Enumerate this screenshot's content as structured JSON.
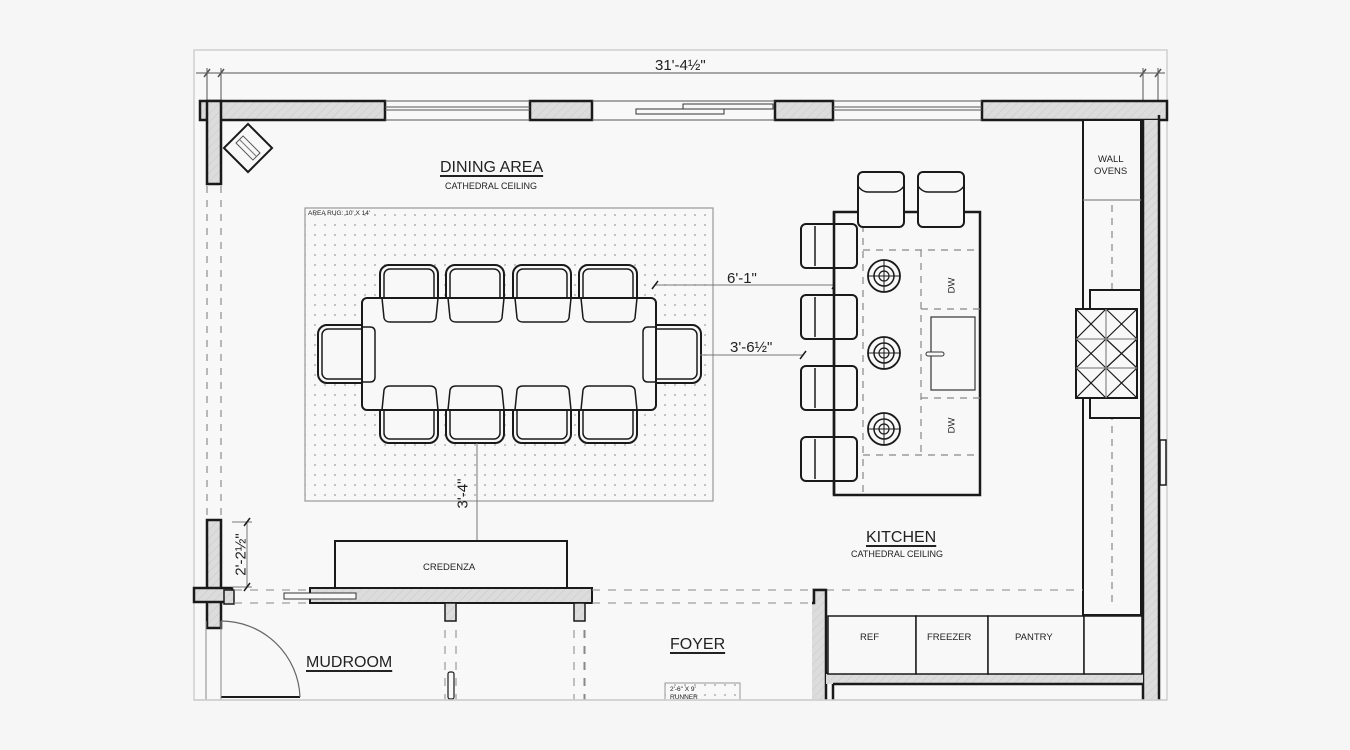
{
  "drawing": {
    "overall_dimension": "31'-4½\"",
    "rooms": {
      "dining": {
        "name": "DINING AREA",
        "ceiling": "CATHEDRAL CEILING"
      },
      "kitchen": {
        "name": "KITCHEN",
        "ceiling": "CATHEDRAL CEILING"
      },
      "mudroom": {
        "name": "MUDROOM"
      },
      "foyer": {
        "name": "FOYER"
      }
    },
    "fixtures": {
      "area_rug": "AREA RUG: 10' X 14'",
      "credenza": "CREDENZA",
      "wall_ovens_line1": "WALL",
      "wall_ovens_line2": "OVENS",
      "dishwasher_top": "DW",
      "dishwasher_bottom": "DW",
      "ref": "REF",
      "freezer": "FREEZER",
      "pantry": "PANTRY",
      "runner_line1": "2'-6\" X 9'",
      "runner_line2": "RUNNER"
    },
    "dimensions": {
      "table_to_island": "6'-1\"",
      "chair_to_stool": "3'-6½\"",
      "chair_to_credenza": "3'-4\"",
      "window_wall": "2'-2½\""
    },
    "seating": {
      "dining_chairs": 10,
      "island_stools": 6
    },
    "colors": {
      "line": "#1a1a1a",
      "wall_fill": "#d9d9d9",
      "background": "#f6f6f6",
      "sheet": "#f8f8f8",
      "thin_line": "#888888"
    }
  }
}
